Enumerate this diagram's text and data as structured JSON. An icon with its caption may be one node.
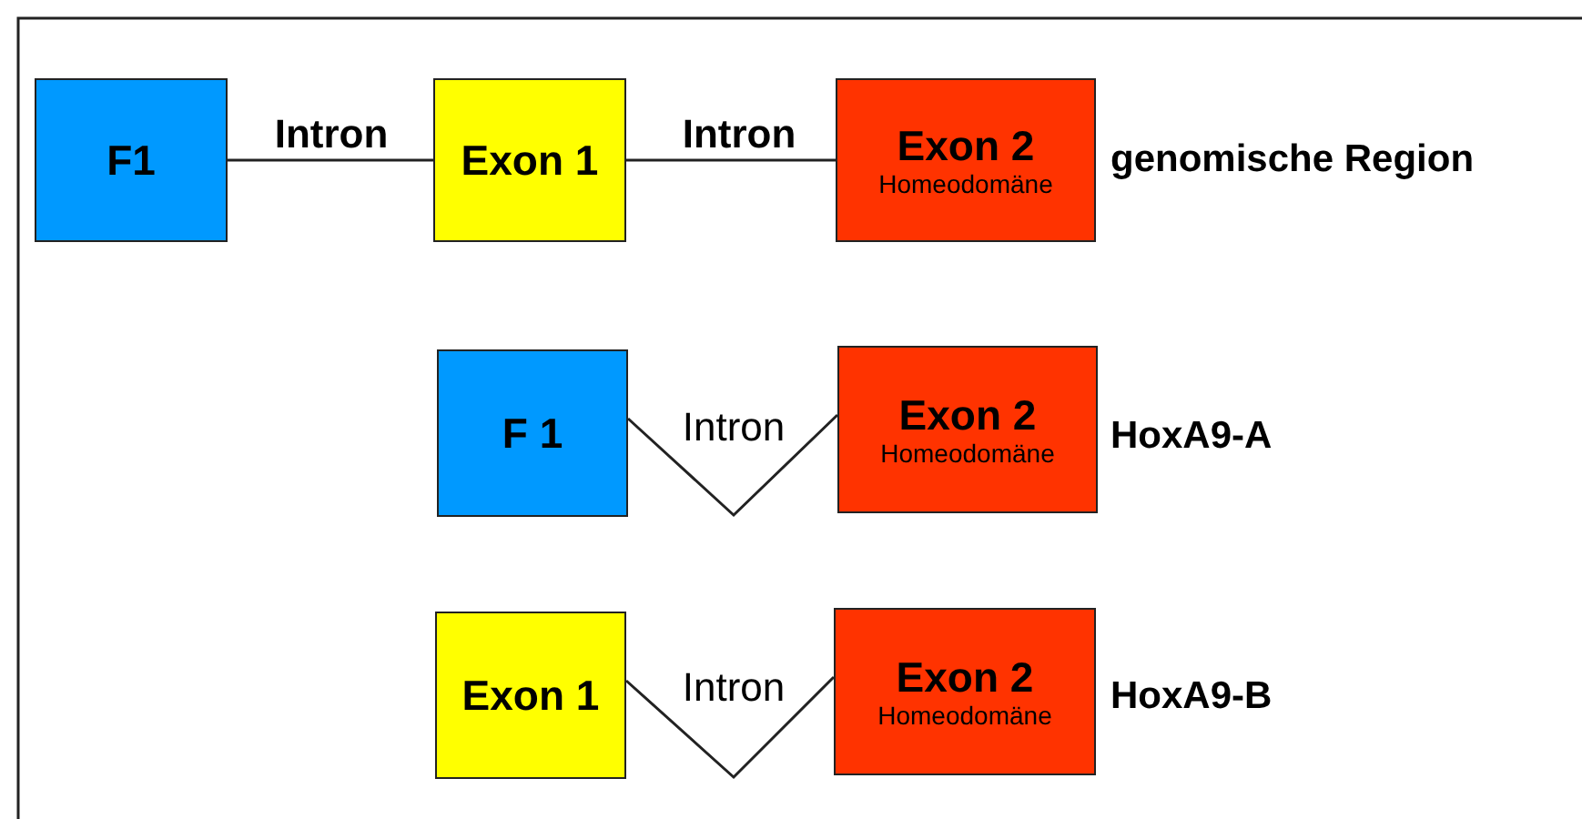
{
  "diagram": {
    "nodes": [
      {
        "text": [
          "F1"
        ]
      },
      {
        "text": [
          "Exon 1"
        ]
      },
      {
        "text": [
          "Exon 2",
          "Homeodomäne"
        ]
      },
      {
        "text": [
          "F 1"
        ]
      },
      {
        "text": [
          "Exon 2",
          "Homeodomäne"
        ]
      },
      {
        "text": [
          "Exon 1"
        ]
      },
      {
        "text": [
          "Exon 2",
          "Homeodomäne"
        ]
      }
    ],
    "edges": [
      {
        "from": 0,
        "to": 1,
        "arrow": "none",
        "label": "Intron"
      },
      {
        "from": 1,
        "to": 2,
        "arrow": "none",
        "label": "Intron"
      },
      {
        "from": 3,
        "to": 4,
        "arrow": "none",
        "label": "Intron"
      },
      {
        "from": 5,
        "to": 6,
        "arrow": "none",
        "label": "Intron"
      }
    ],
    "labels": [
      "genomische Region",
      "HoxA9-A",
      "HoxA9-B"
    ]
  }
}
